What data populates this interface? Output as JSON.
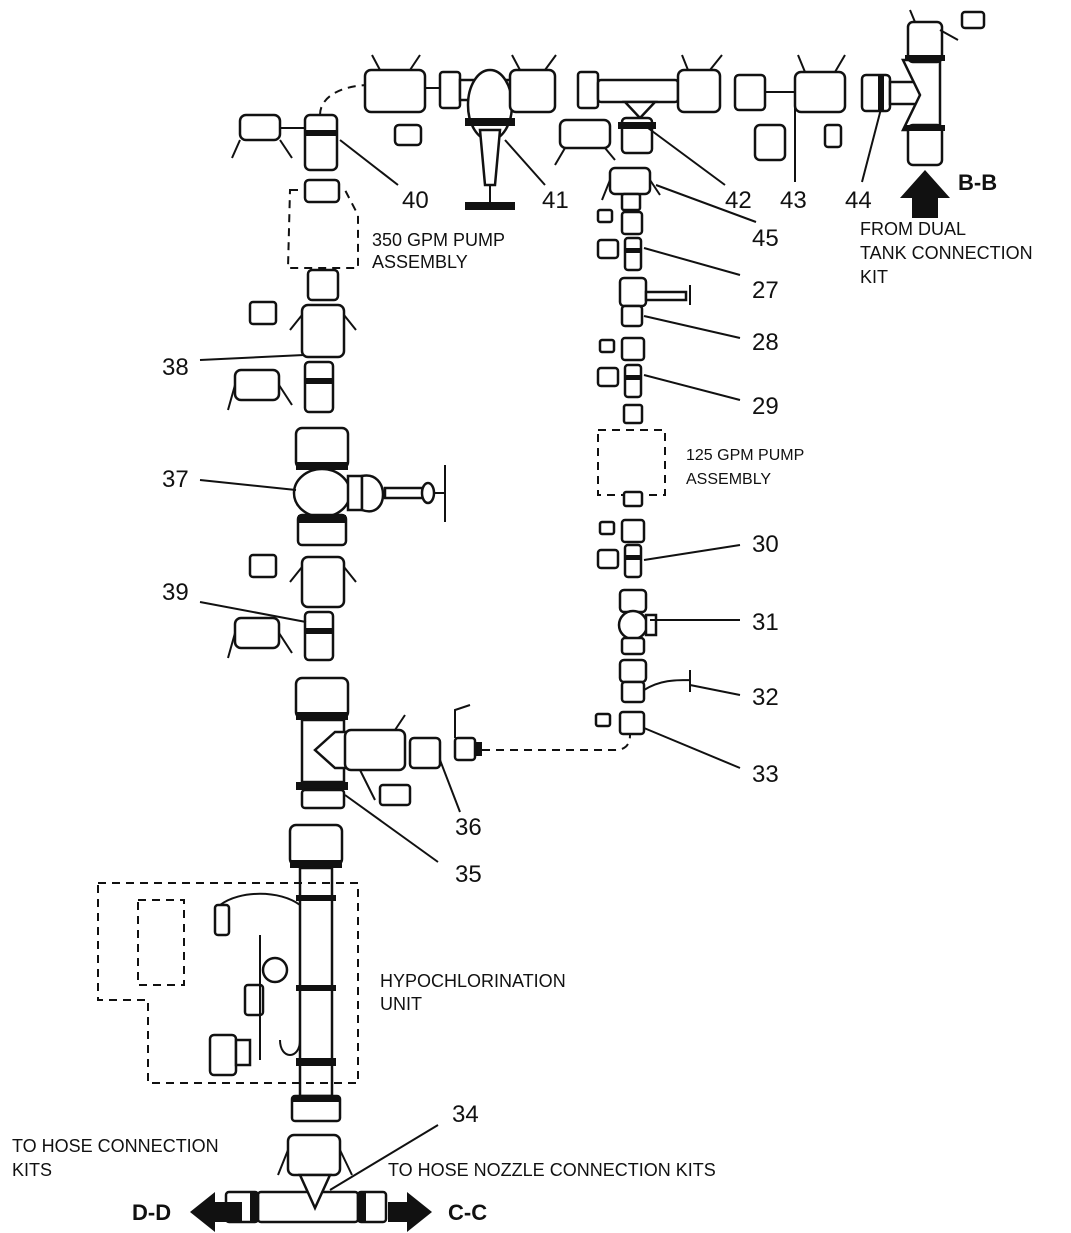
{
  "callouts": {
    "c27": "27",
    "c28": "28",
    "c29": "29",
    "c30": "30",
    "c31": "31",
    "c32": "32",
    "c33": "33",
    "c34": "34",
    "c35": "35",
    "c36": "36",
    "c37": "37",
    "c38": "38",
    "c39": "39",
    "c40": "40",
    "c41": "41",
    "c42": "42",
    "c43": "43",
    "c44": "44",
    "c45": "45"
  },
  "labels": {
    "pump350_line1": "350 GPM PUMP",
    "pump350_line2": "ASSEMBLY",
    "pump125_line1": "125 GPM PUMP",
    "pump125_line2": "ASSEMBLY",
    "dual_line1": "FROM DUAL",
    "dual_line2": "TANK CONNECTION",
    "dual_line3": "KIT",
    "hypo_line1": "HYPOCHLORINATION",
    "hypo_line2": "UNIT",
    "hose_line1": "TO HOSE CONNECTION",
    "hose_line2": "KITS",
    "nozzle": "TO HOSE NOZZLE CONNECTION KITS",
    "bb": "B-B",
    "dd": "D-D",
    "cc": "C-C"
  }
}
